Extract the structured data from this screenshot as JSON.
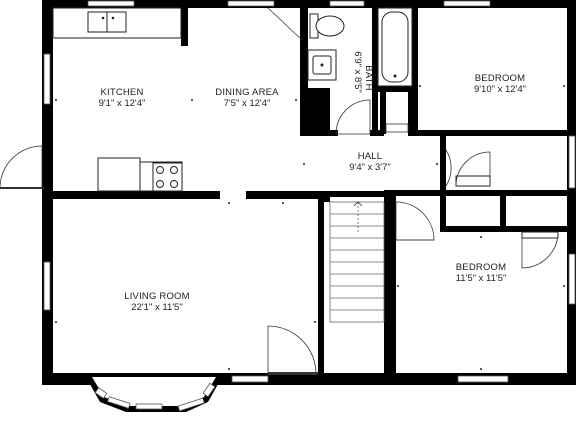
{
  "rooms": {
    "kitchen": {
      "name": "KITCHEN",
      "dims": "9'1\" x 12'4\""
    },
    "dining": {
      "name": "DINING AREA",
      "dims": "7'5\" x 12'4\""
    },
    "bath": {
      "name": "BATH",
      "dims": "6'9\" x 8'5\""
    },
    "bedroom1": {
      "name": "BEDROOM",
      "dims": "9'10\" x 12'4\""
    },
    "hall": {
      "name": "HALL",
      "dims": "9'4\" x 3'7\""
    },
    "living": {
      "name": "LIVING ROOM",
      "dims": "22'1\" x 11'5\""
    },
    "bedroom2": {
      "name": "BEDROOM",
      "dims": "11'5\" x 11'5\""
    }
  },
  "colors": {
    "wall": "#000000",
    "background": "#ffffff",
    "line": "#333333"
  }
}
